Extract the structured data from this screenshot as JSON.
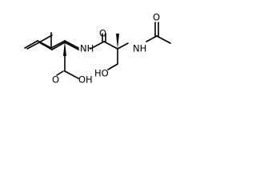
{
  "structure": {
    "atom_labels": {
      "acetyl_oxygen": "O",
      "acetyl_nitrogen": "NH",
      "amide_oxygen": "O",
      "amide_nitrogen": "NH",
      "hydroxyl": "HO",
      "acid_oxygen": "O",
      "acid_hydroxyl": "OH"
    }
  },
  "colors": {
    "bond": "#000000",
    "label": "#000000",
    "background": "#ffffff"
  }
}
